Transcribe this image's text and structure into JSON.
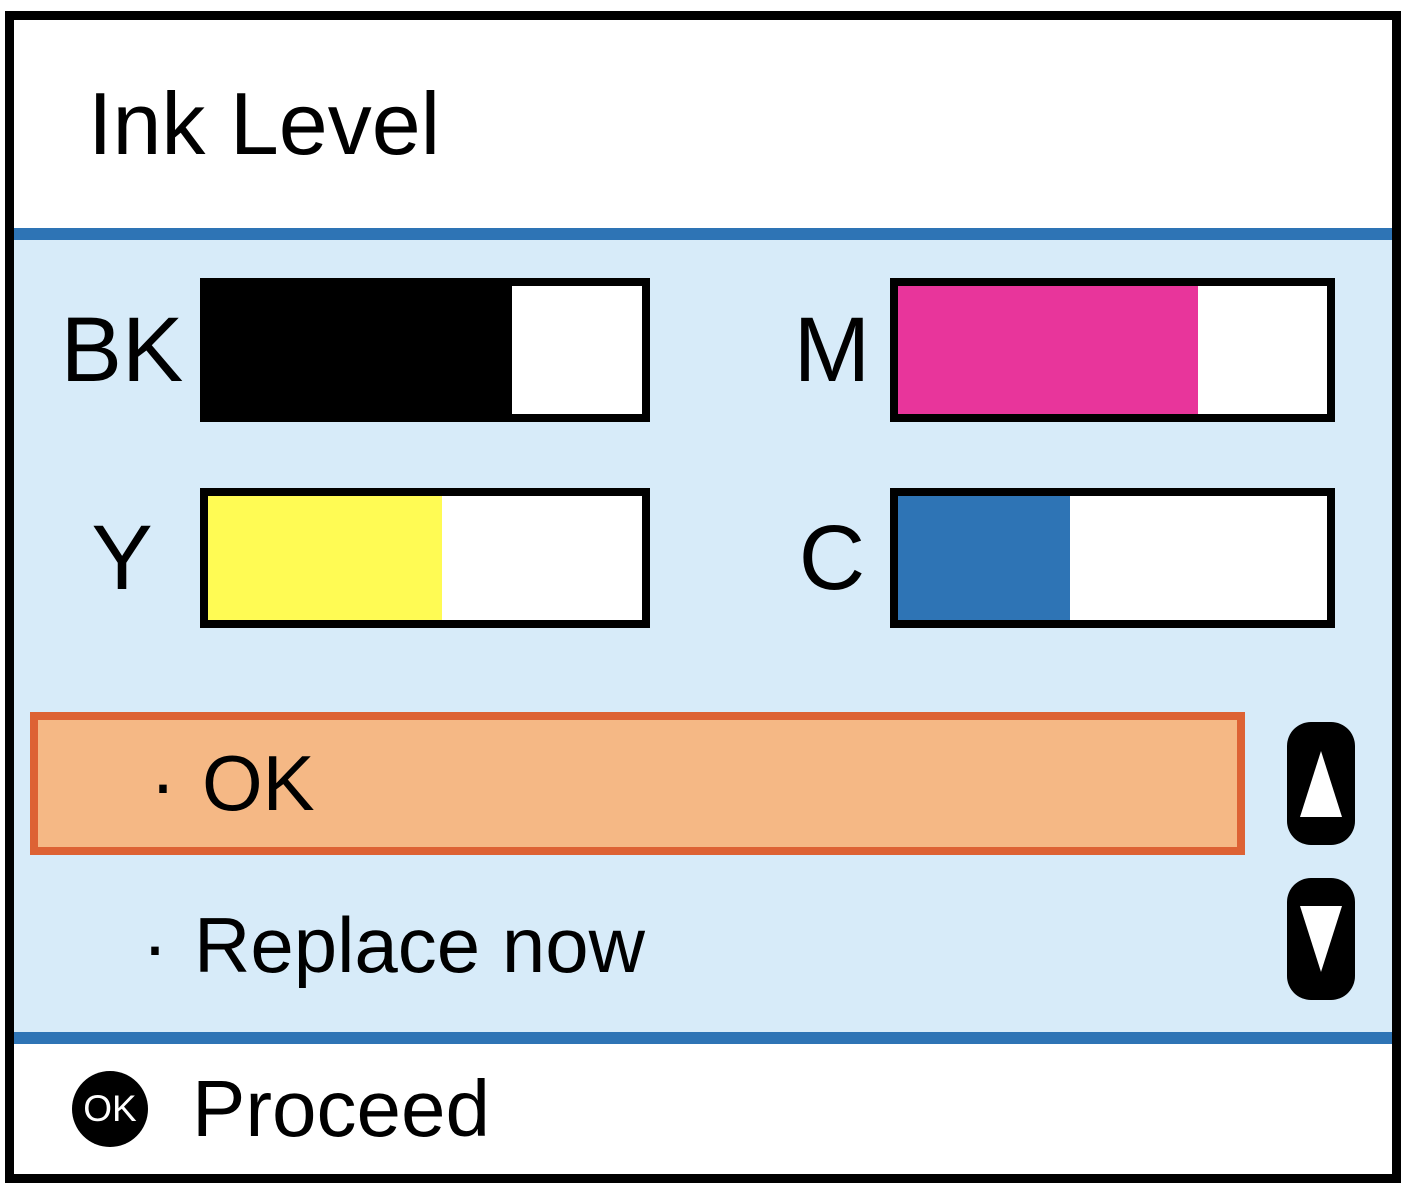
{
  "window": {
    "title": "Ink Level"
  },
  "ink_levels": {
    "bars": [
      {
        "label": "BK",
        "color": "#000000",
        "percent": 70
      },
      {
        "label": "M",
        "color": "#E8359B",
        "percent": 70
      },
      {
        "label": "Y",
        "color": "#FFFB54",
        "percent": 54
      },
      {
        "label": "C",
        "color": "#2E74B5",
        "percent": 40
      }
    ]
  },
  "menu": {
    "options": [
      {
        "bullet": "·",
        "label": "OK",
        "selected": true
      },
      {
        "bullet": "·",
        "label": "Replace now",
        "selected": false
      }
    ]
  },
  "scroll_buttons": {
    "up_icon": "up-triangle",
    "down_icon": "down-triangle"
  },
  "footer": {
    "ok_badge": "OK",
    "action_label": "Proceed"
  },
  "colors": {
    "accent_blue": "#2E74B5",
    "panel_blue": "#D7EBF9",
    "highlight_fill": "#F5B885",
    "highlight_border": "#DD6234"
  }
}
